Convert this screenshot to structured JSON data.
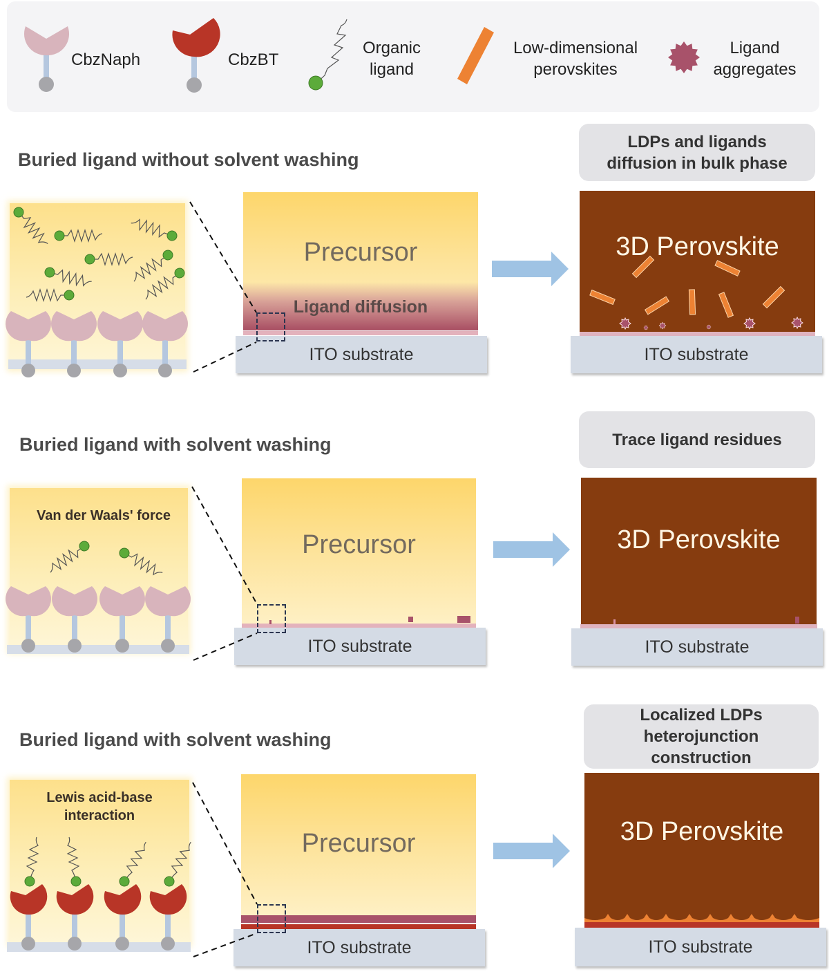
{
  "legend": {
    "items": [
      {
        "icon": "cbznaph-icon",
        "label": "CbzNaph"
      },
      {
        "icon": "cbzbt-icon",
        "label": "CbzBT"
      },
      {
        "icon": "organic-ligand-icon",
        "label_line1": "Organic",
        "label_line2": "ligand"
      },
      {
        "icon": "ldp-icon",
        "label_line1": "Low-dimensional",
        "label_line2": "perovskites"
      },
      {
        "icon": "ligand-aggregate-icon",
        "label_line1": "Ligand",
        "label_line2": "aggregates"
      }
    ]
  },
  "colors": {
    "cbznaph": "#d8b4bc",
    "cbzbt": "#b83527",
    "stem": "#b5c7df",
    "anchor": "#a6a6aa",
    "ligand_head": "#5cab3a",
    "ldp": "#ed8233",
    "aggregate": "#a8526a",
    "arrow": "#9fc3e4",
    "perovskite": "#863c0f"
  },
  "panels": [
    {
      "heading": "Buried ligand without solvent washing",
      "inset_label": "",
      "precursor_label": "Precursor",
      "interface_label": "Ligand diffusion",
      "substrate_label": "ITO substrate",
      "callout_line1": "LDPs and ligands",
      "callout_line2": "diffusion in bulk phase",
      "callout_line3": "",
      "result_label": "3D Perovskite",
      "result_substrate_label": "ITO substrate"
    },
    {
      "heading": "Buried ligand with solvent washing",
      "inset_label": "Van der Waals' force",
      "inset_label_line2": "",
      "precursor_label": "Precursor",
      "substrate_label": "ITO substrate",
      "callout_line1": "Trace ligand residues",
      "result_label": "3D Perovskite",
      "result_substrate_label": "ITO substrate"
    },
    {
      "heading": "Buried ligand with solvent washing",
      "inset_label": "Lewis acid-base",
      "inset_label_line2": "interaction",
      "precursor_label": "Precursor",
      "substrate_label": "ITO substrate",
      "callout_line1": "Localized LDPs",
      "callout_line2": "heterojunction",
      "callout_line3": "construction",
      "result_label": "3D Perovskite",
      "result_substrate_label": "ITO substrate"
    }
  ]
}
